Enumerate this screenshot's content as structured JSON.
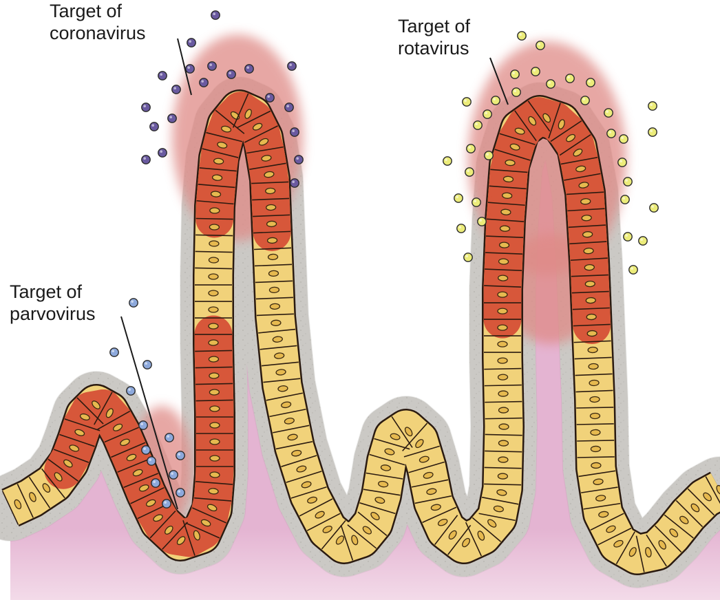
{
  "labels": {
    "coronavirus": {
      "line1": "Target of",
      "line2": "coronavirus"
    },
    "rotavirus": {
      "line1": "Target of",
      "line2": "rotavirus"
    },
    "parvovirus": {
      "line1": "Target of",
      "line2": "parvovirus"
    }
  },
  "colors": {
    "background": "#ffffff",
    "lamina_propria": "#e4b4d2",
    "mucus_layer": "#d6d4d0",
    "infected_glow": "#df8a86",
    "enterocyte_healthy": "#f1d27a",
    "enterocyte_infected": "#d7573a",
    "nucleus": "#e6b94f",
    "coronavirus_particle": "#6a5aa0",
    "rotavirus_particle": "#ecec7a",
    "parvovirus_particle": "#8da9dc"
  }
}
